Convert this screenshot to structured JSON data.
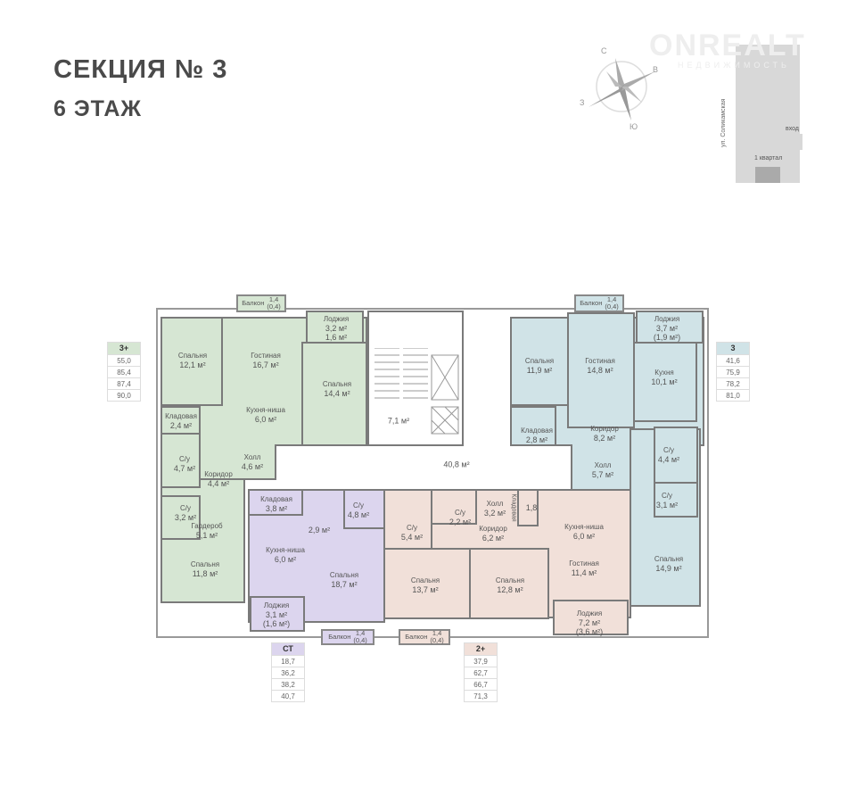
{
  "header": {
    "title": "СЕКЦИЯ № 3",
    "floor": "6 ЭТАЖ"
  },
  "watermark": {
    "brand": "ONREALT",
    "tagline": "НЕДВИЖИМОСТЬ"
  },
  "compass": {
    "n": "С",
    "e": "В",
    "s": "Ю",
    "w": "З"
  },
  "siteplan": {
    "street": "ул. Соликамская",
    "entrance": "вход",
    "block": "1 квартал"
  },
  "colors": {
    "a3plus": "#d6e6d3",
    "a3": "#d0e3e7",
    "st": "#dcd5ee",
    "a2plus": "#f1e0d9"
  },
  "common": {
    "stair": "7,1 м²",
    "corridor": "40,8 м²"
  },
  "a3plus": {
    "type": "3+",
    "areas": [
      "55,0",
      "85,4",
      "87,4",
      "90,0"
    ],
    "rooms": [
      {
        "name": "Спальня",
        "area": "12,1 м²"
      },
      {
        "name": "Гостиная",
        "area": "16,7 м²"
      },
      {
        "name": "Лоджия",
        "area": "3,2 м²",
        "extra": "1,6 м²"
      },
      {
        "name": "Спальня",
        "area": "14,4 м²"
      },
      {
        "name": "Кухня-ниша",
        "area": "6,0 м²"
      },
      {
        "name": "Кладовая",
        "area": "2,4 м²"
      },
      {
        "name": "С/у",
        "area": "4,7 м²"
      },
      {
        "name": "Холл",
        "area": "4,6 м²"
      },
      {
        "name": "Коридор",
        "area": "4,4 м²"
      },
      {
        "name": "С/у",
        "area": "3,2 м²"
      },
      {
        "name": "Гардероб",
        "area": "5,1 м²"
      },
      {
        "name": "Спальня",
        "area": "11,8 м²"
      },
      {
        "name": "Балкон",
        "area": "1,4",
        "extra": "(0,4)"
      }
    ]
  },
  "a3": {
    "type": "3",
    "areas": [
      "41,6",
      "75,9",
      "78,2",
      "81,0"
    ],
    "rooms": [
      {
        "name": "Спальня",
        "area": "11,9 м²"
      },
      {
        "name": "Гостиная",
        "area": "14,8 м²"
      },
      {
        "name": "Лоджия",
        "area": "3,7 м²",
        "extra": "(1,9 м²)"
      },
      {
        "name": "Кухня",
        "area": "10,1 м²"
      },
      {
        "name": "Кладовая",
        "area": "2,8 м²"
      },
      {
        "name": "Коридор",
        "area": "8,2 м²"
      },
      {
        "name": "Холл",
        "area": "5,7 м²"
      },
      {
        "name": "С/у",
        "area": "4,4 м²"
      },
      {
        "name": "С/у",
        "area": "3,1 м²"
      },
      {
        "name": "Спальня",
        "area": "14,9 м²"
      },
      {
        "name": "Балкон",
        "area": "1,4",
        "extra": "(0,4)"
      }
    ]
  },
  "st": {
    "type": "СТ",
    "areas": [
      "18,7",
      "36,2",
      "38,2",
      "40,7"
    ],
    "rooms": [
      {
        "name": "Кладовая",
        "area": "3,8 м²"
      },
      {
        "name": "С/у",
        "area": "4,8 м²"
      },
      {
        "name": "",
        "area": "2,9 м²"
      },
      {
        "name": "Кухня-ниша",
        "area": "6,0 м²"
      },
      {
        "name": "Спальня",
        "area": "18,7 м²"
      },
      {
        "name": "Лоджия",
        "area": "3,1 м²",
        "extra": "(1,6 м²)"
      },
      {
        "name": "Балкон",
        "area": "1,4",
        "extra": "(0,4)"
      }
    ]
  },
  "a2plus": {
    "type": "2+",
    "areas": [
      "37,9",
      "62,7",
      "66,7",
      "71,3"
    ],
    "rooms": [
      {
        "name": "С/у",
        "area": "5,4 м²"
      },
      {
        "name": "С/у",
        "area": "2,2 м²"
      },
      {
        "name": "Холл",
        "area": "3,2 м²"
      },
      {
        "name": "Кладовая",
        "area": "1,8"
      },
      {
        "name": "Коридор",
        "area": "6,2 м²"
      },
      {
        "name": "Кухня-ниша",
        "area": "6,0 м²"
      },
      {
        "name": "Гостиная",
        "area": "11,4 м²"
      },
      {
        "name": "Спальня",
        "area": "13,7 м²"
      },
      {
        "name": "Спальня",
        "area": "12,8 м²"
      },
      {
        "name": "Лоджия",
        "area": "7,2 м²",
        "extra": "(3,6 м²)"
      },
      {
        "name": "Балкон",
        "area": "1,4",
        "extra": "(0,4)"
      }
    ]
  }
}
